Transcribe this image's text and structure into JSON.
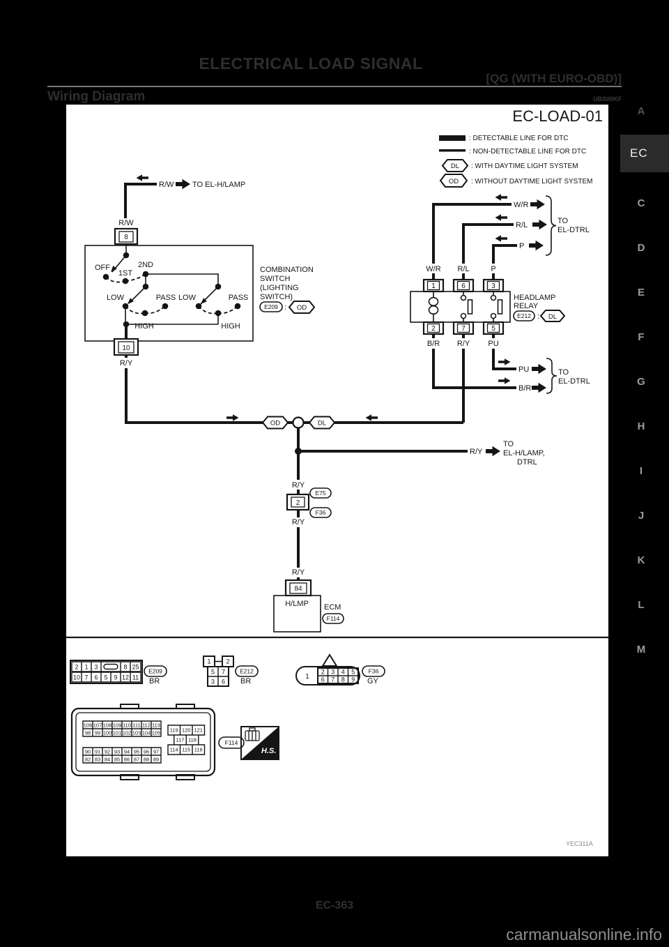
{
  "page": {
    "section_title": "ELECTRICAL LOAD SIGNAL",
    "subsection": "[QG (WITH EURO-OBD)]",
    "heading": "Wiring Diagram",
    "heading_code": "UBS00KF",
    "page_number": "EC-363",
    "watermark": "carmanualsonline.info"
  },
  "sidebar": {
    "tabs": [
      "A",
      "EC",
      "C",
      "D",
      "E",
      "F",
      "G",
      "H",
      "I",
      "J",
      "K",
      "L",
      "M"
    ],
    "active": "EC"
  },
  "legend": {
    "detectable": ": DETECTABLE LINE FOR DTC",
    "non_detectable": ": NON-DETECTABLE LINE FOR DTC",
    "dl_sym": "DL",
    "dl": ": WITH DAYTIME LIGHT SYSTEM",
    "od_sym": "OD",
    "od": ": WITHOUT DAYTIME LIGHT SYSTEM"
  },
  "diagram": {
    "id": "EC-LOAD-01",
    "figure_code": "YEC311A",
    "top": {
      "wire": "R/W",
      "dest": "TO EL-H/LAMP"
    },
    "switch": {
      "wire_in": "R/W",
      "pin_in": "8",
      "pin_out": "10",
      "wire_out": "R/Y",
      "off": "OFF",
      "first": "1ST",
      "second": "2ND",
      "low": "LOW",
      "pass": "PASS",
      "high": "HIGH",
      "name1": "COMBINATION",
      "name2": "SWITCH",
      "name3": "(LIGHTING",
      "name4": "SWITCH)",
      "conn": "E209",
      "colon": ":",
      "variant": "OD"
    },
    "relay": {
      "name1": "HEADLAMP",
      "name2": "RELAY",
      "conn": "E212",
      "colon": ":",
      "variant": "DL",
      "pin1": "1",
      "pin6": "6",
      "pin3": "3",
      "pin2": "2",
      "pin7": "7",
      "pin5": "5",
      "wr": "W/R",
      "rl": "R/L",
      "p": "P",
      "br": "B/R",
      "ry": "R/Y",
      "pu": "PU",
      "to": "TO",
      "dest": "EL-DTRL"
    },
    "junction": {
      "od": "OD",
      "dl": "DL",
      "wire": "R/Y",
      "to": "TO",
      "dest1": "EL-H/LAMP,",
      "dest2": "DTRL"
    },
    "inline": {
      "wire": "R/Y",
      "pin": "2",
      "up": "E75",
      "down": "F36"
    },
    "ecm": {
      "wire": "R/Y",
      "pin": "84",
      "terminal": "H/LMP",
      "name": "ECM",
      "conn": "F114"
    }
  },
  "pinouts": {
    "e209": {
      "id": "E209",
      "color": "BR",
      "row1": [
        "2",
        "1",
        "3",
        "8",
        "25"
      ],
      "row2": [
        "10",
        "7",
        "6",
        "5",
        "9",
        "12",
        "11"
      ]
    },
    "e212": {
      "id": "E212",
      "color": "BR",
      "top": [
        "1",
        "2"
      ],
      "mid": [
        "5",
        "7"
      ],
      "bot": [
        "3",
        "6"
      ]
    },
    "f36": {
      "id": "F36",
      "color": "GY",
      "cavity": "1",
      "row1": [
        "2",
        "3",
        "4",
        "5"
      ],
      "row2": [
        "6",
        "7",
        "8",
        "9"
      ]
    },
    "f114": {
      "id": "F114",
      "hs": "H.S.",
      "g1r1": [
        "106",
        "107",
        "108",
        "109",
        "110",
        "111",
        "112",
        "113"
      ],
      "g1r2": [
        "98",
        "99",
        "100",
        "101",
        "102",
        "103",
        "104",
        "105"
      ],
      "g2r1": [
        "90",
        "91",
        "92",
        "93",
        "94",
        "95",
        "96",
        "97"
      ],
      "g2r2": [
        "82",
        "83",
        "84",
        "85",
        "86",
        "87",
        "88",
        "89"
      ],
      "g3r1": [
        "119",
        "120",
        "121"
      ],
      "g3r2": [
        "117",
        "118"
      ],
      "g3r3": [
        "114",
        "115",
        "116"
      ]
    }
  }
}
